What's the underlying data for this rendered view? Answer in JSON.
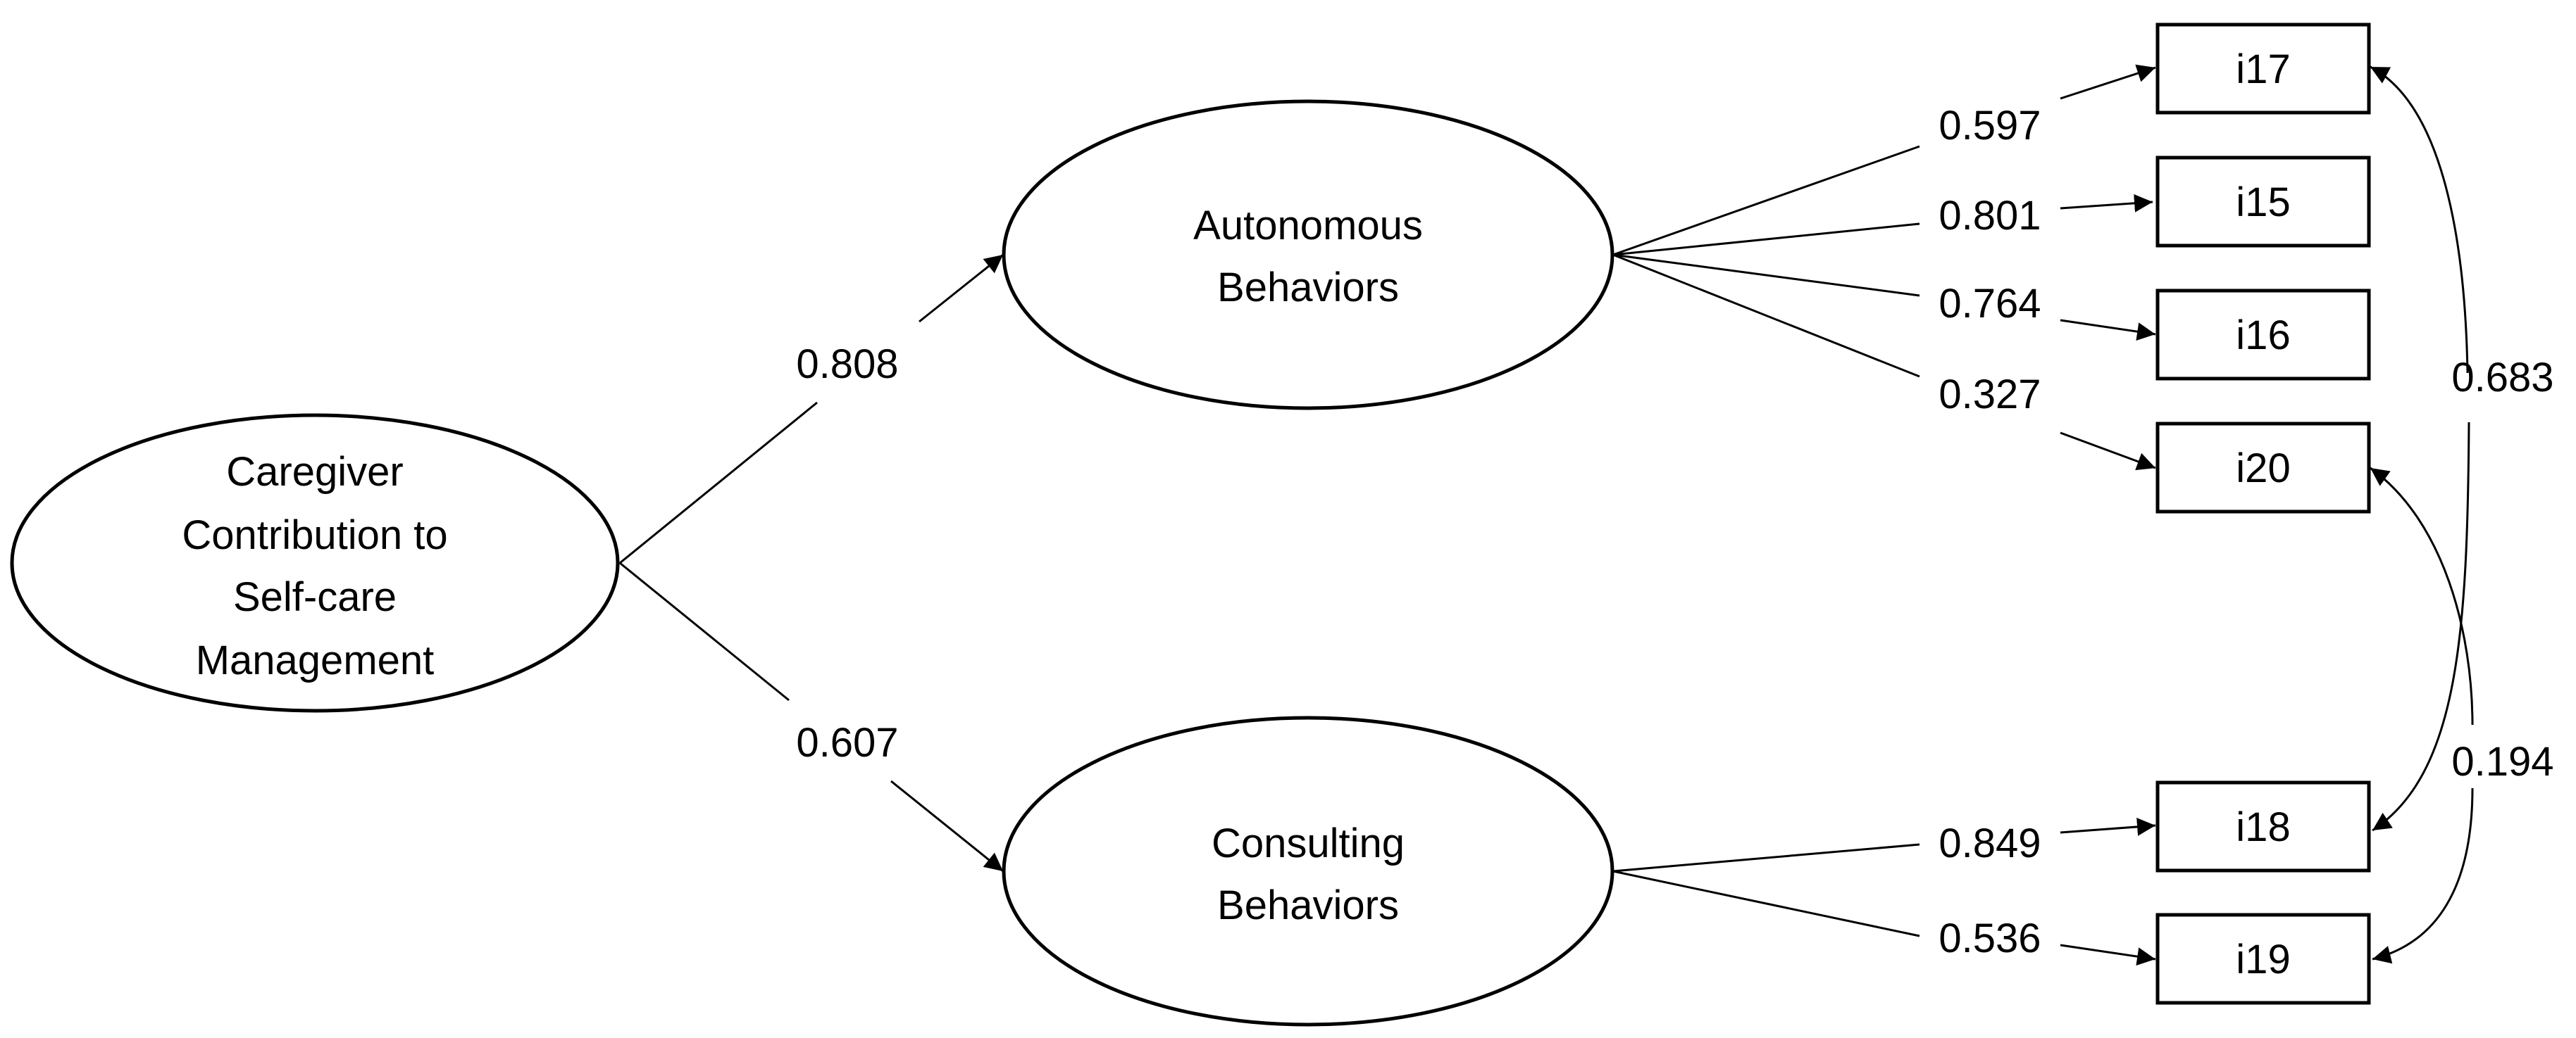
{
  "latent": {
    "main": [
      "Caregiver",
      "Contribution to",
      "Self-care",
      "Management"
    ],
    "autonomous": [
      "Autonomous",
      "Behaviors"
    ],
    "consulting": [
      "Consulting",
      "Behaviors"
    ]
  },
  "items": {
    "i17": "i17",
    "i15": "i15",
    "i16": "i16",
    "i20": "i20",
    "i18": "i18",
    "i19": "i19"
  },
  "paths": {
    "main_to_autonomous": "0.808",
    "main_to_consulting": "0.607",
    "autonomous_to_i17": "0.597",
    "autonomous_to_i15": "0.801",
    "autonomous_to_i16": "0.764",
    "autonomous_to_i20": "0.327",
    "consulting_to_i18": "0.849",
    "consulting_to_i19": "0.536"
  },
  "covariances": {
    "i17_i18": "0.683",
    "i20_i19": "0.194"
  }
}
